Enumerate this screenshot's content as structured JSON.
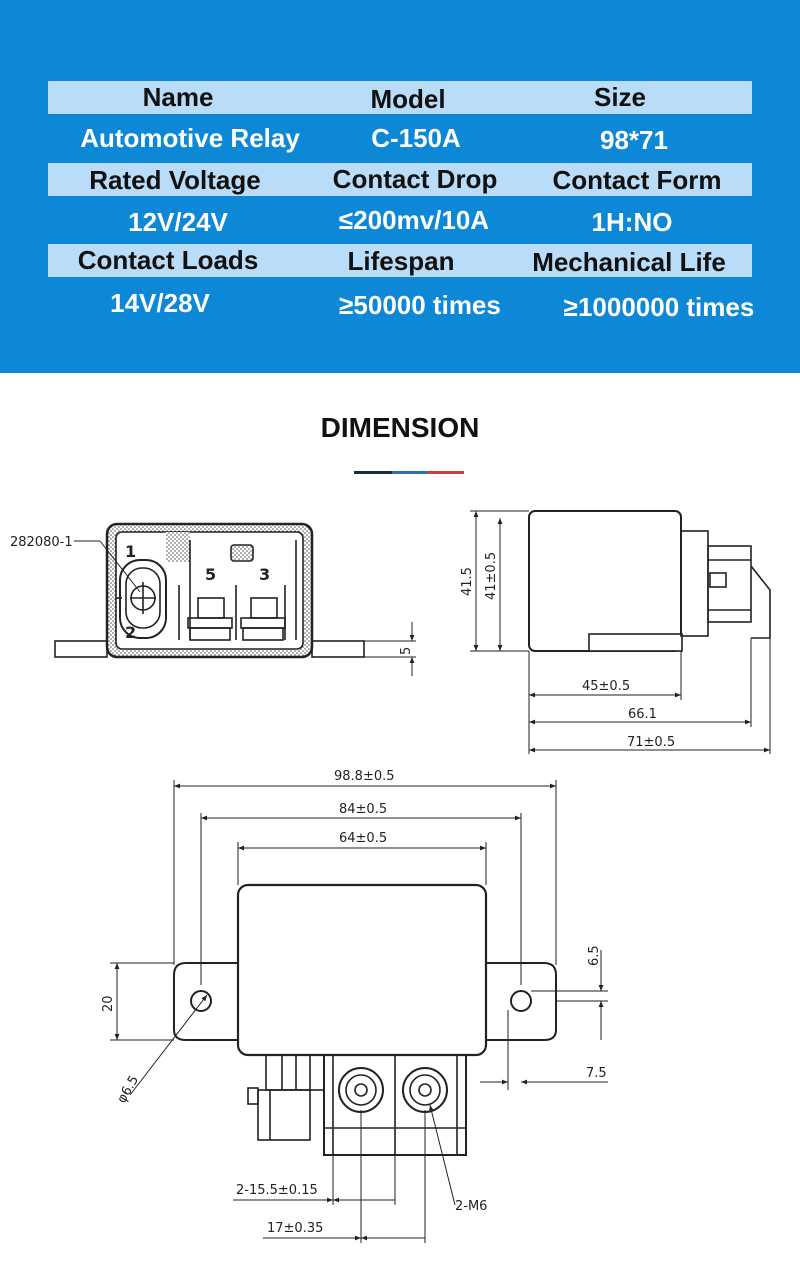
{
  "specs": {
    "rows": [
      {
        "labels": [
          "Name",
          "Model",
          "Size"
        ],
        "values": [
          "Automotive Relay",
          "C-150A",
          "98*71"
        ]
      },
      {
        "labels": [
          "Rated Voltage",
          "Contact Drop",
          "Contact Form"
        ],
        "values": [
          "12V/24V",
          "≤200mv/10A",
          "1H:NO"
        ]
      },
      {
        "labels": [
          "Contact Loads",
          "Lifespan",
          "Mechanical Life"
        ],
        "values": [
          "14V/28V",
          "≥50000 times",
          "≥1000000 times"
        ]
      }
    ]
  },
  "dimension": {
    "title": "DIMENSION",
    "colors": {
      "panel": "#0d88d6",
      "band": "#b9dcf8",
      "rule_dark": "#1c2b3a",
      "rule_blue": "#2f6fb0",
      "rule_red": "#d93a4a"
    },
    "front_view": {
      "part_number": "282080-1",
      "pin_1": "1",
      "pin_2": "2",
      "pin_5": "5",
      "pin_3": "3",
      "dim_base": "5"
    },
    "side_view": {
      "dim_height_total": "41.5",
      "dim_height_body": "41±0.5",
      "dim_body_width": "45±0.5",
      "dim_mid_width": "66.1",
      "dim_overall_width": "71±0.5"
    },
    "top_view": {
      "dim_overall": "98.8±0.5",
      "dim_holes": "84±0.5",
      "dim_body": "64±0.5",
      "dim_flange_height": "20",
      "dim_hole_diameter": "φ6.5",
      "dim_hole_offset_y": "6.5",
      "dim_hole_offset_x": "7.5",
      "dim_terminal_pitch": "2-15.5±0.15",
      "dim_terminal_span": "17±0.35",
      "thread_label": "2-M6"
    }
  }
}
